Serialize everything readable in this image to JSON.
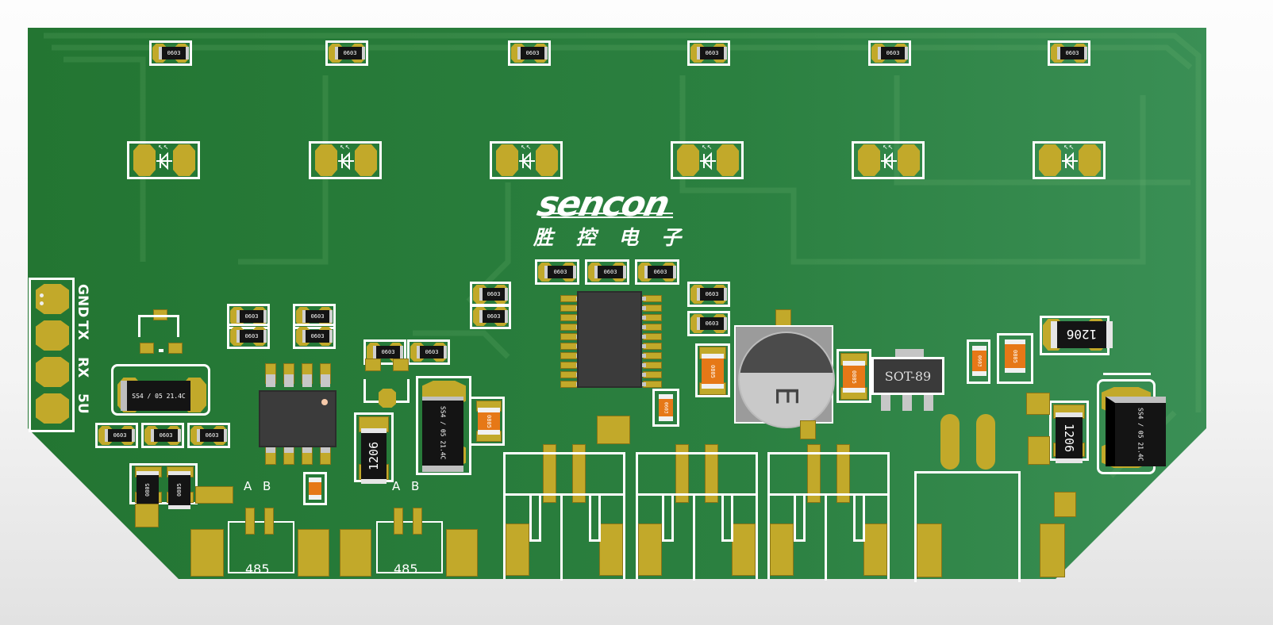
{
  "view": {
    "type": "PCB 3D render",
    "board_color": "#257a34",
    "silkscreen_color": "#ffffff",
    "pad_color": "#c2a92a",
    "capacitor_color": "#e67817"
  },
  "logo": {
    "brand": "sencon",
    "chinese": "胜 控 电 子"
  },
  "header_connector": {
    "pins": [
      "GND",
      "TX",
      "RX",
      "5U"
    ]
  },
  "top_resistors": {
    "label": "0603",
    "count": 6
  },
  "leds": {
    "count": 6,
    "symbol": "LED"
  },
  "left_block": {
    "resistor_labels": [
      "0603",
      "0603",
      "0603"
    ],
    "large_resistors": [
      "0805",
      "0805"
    ],
    "schottky_diode": "SS4 / 05 21.4C"
  },
  "mid_left": {
    "resistors": [
      "0603",
      "0603",
      "0603",
      "0603"
    ],
    "pair_resistors": [
      "0603",
      "0603"
    ],
    "resistor_1206": "1206",
    "diode": "SS4 / 05 21.4C",
    "small_cap": "0805"
  },
  "connectors_485": [
    {
      "label": "485",
      "pins": [
        "A",
        "B"
      ]
    },
    {
      "label": "485",
      "pins": [
        "A",
        "B"
      ]
    }
  ],
  "center": {
    "top_resistors": [
      "0603",
      "0603",
      "0603"
    ],
    "left_resistors": [
      "0603",
      "0603"
    ],
    "right_resistors": [
      "0603",
      "0603"
    ],
    "ic_pins_per_side": 10
  },
  "power": {
    "electrolytic_cap_marking": "E",
    "regulator": "SOT-89",
    "caps": [
      "0805",
      "0805",
      "0603"
    ]
  },
  "right_block": {
    "resistor_1206_a": "1206",
    "resistor_1206_b": "1206",
    "diode": "SS4 / 05 21.4C",
    "small_caps": [
      "0603",
      "0805"
    ]
  },
  "bottom_terminals": {
    "count": 3
  }
}
